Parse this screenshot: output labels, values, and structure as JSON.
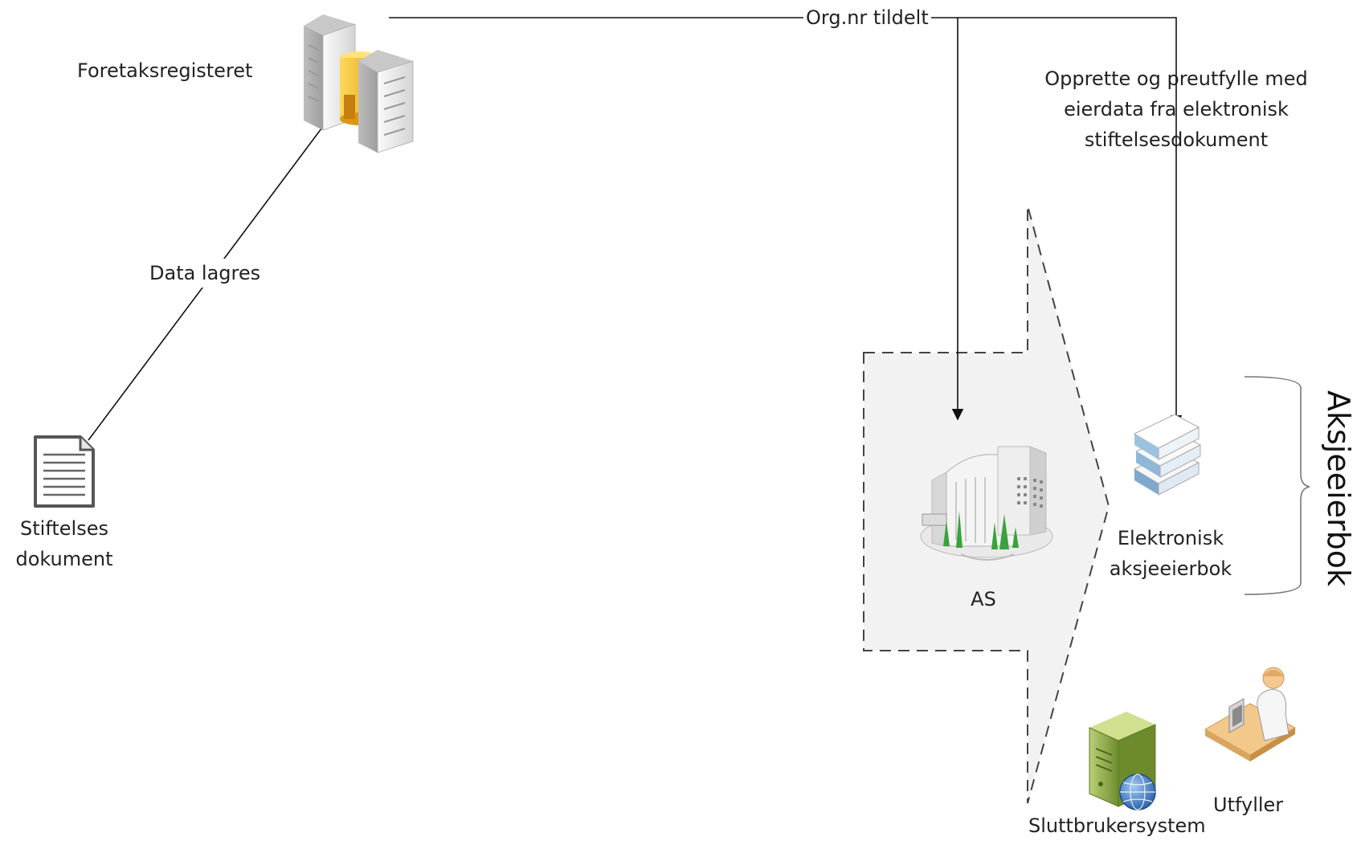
{
  "nodes": {
    "foretaksregisteret": {
      "label": "Foretaksregisteret",
      "icon": "database-server-icon"
    },
    "stiftelsesdokument": {
      "label_line1": "Stiftelses",
      "label_line2": "dokument",
      "icon": "document-icon"
    },
    "as": {
      "label": "AS",
      "icon": "company-building-icon"
    },
    "elektronisk_aksjeeierbok": {
      "label_line1": "Elektronisk",
      "label_line2": "aksjeeierbok",
      "icon": "book-stack-icon"
    },
    "sluttbrukersystem": {
      "label": "Sluttbrukersystem",
      "icon": "web-server-icon"
    },
    "utfyller": {
      "label": "Utfyller",
      "icon": "user-at-computer-icon"
    }
  },
  "edges": {
    "data_lagres": {
      "label": "Data lagres"
    },
    "org_nr_tildelt": {
      "label": "Org.nr tildelt"
    },
    "opprette": {
      "line1": "Opprette og preutfylle med",
      "line2": "eierdata fra elektronisk",
      "line3": "stiftelsesdokument"
    }
  },
  "group": {
    "label": "Aksjeeierbok"
  },
  "colors": {
    "line": "#111111",
    "dashed_region_fill": "#f2f2f2",
    "dashed_region_stroke": "#444444",
    "server_gold": "#f3c340",
    "server_green": "#8fb04a",
    "building_green": "#3aa23a",
    "book_blue": "#8fb8d8"
  }
}
